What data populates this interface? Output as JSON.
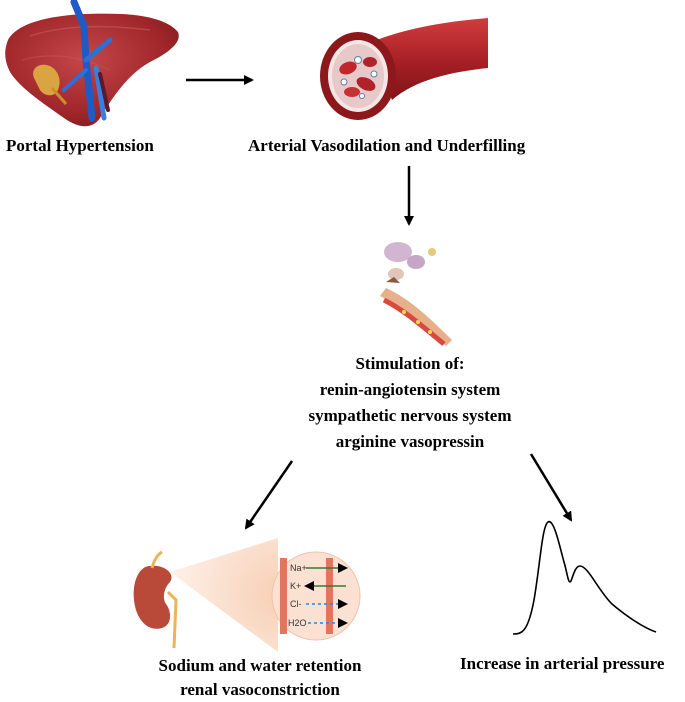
{
  "nodes": {
    "portal": "Portal Hypertension",
    "vasodilation": "Arterial Vasodilation and Underfilling",
    "stimulation": {
      "title": "Stimulation of:",
      "items": [
        "renin-angiotensin system",
        "sympathetic nervous system",
        "arginine vasopressin"
      ]
    },
    "retention": {
      "line1": "Sodium and water retention",
      "line2": "renal vasoconstriction"
    },
    "pressure": "Increase in arterial pressure"
  },
  "ions": [
    "Na+",
    "K+",
    "Cl-",
    "H2O"
  ],
  "colors": {
    "liver": "#a42a2e",
    "vessel": "#b8282c",
    "arrow": "#000000",
    "ion_solid": "#2e7d32",
    "ion_dashed": "#1e88e5",
    "kidney": "#b94a3a"
  }
}
